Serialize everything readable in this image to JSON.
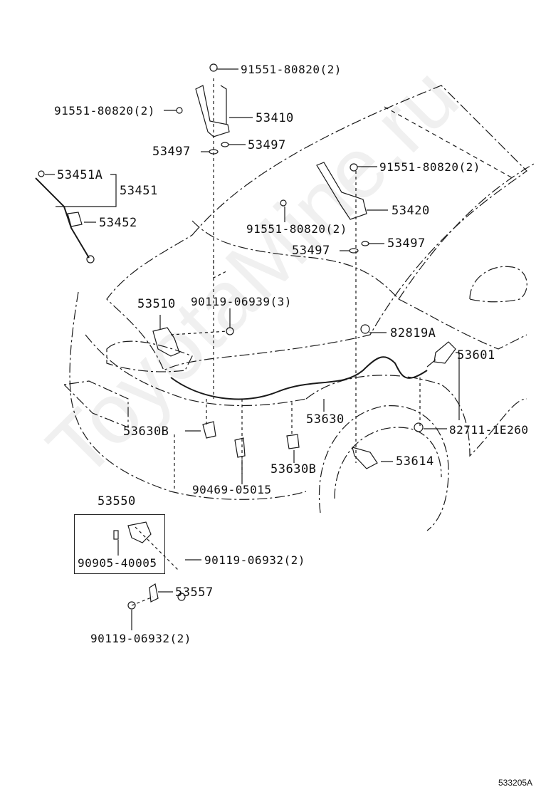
{
  "diagram_id": "533205A",
  "watermark": "ToyotaMine.ru",
  "parts": {
    "bolt_hinge_top": "91551-80820(2)",
    "bolt_hinge_left": "91551-80820(2)",
    "hinge_lh": "53410",
    "washer_a1": "53497",
    "washer_a2": "53497",
    "support_rod_end": "53451A",
    "support_rod": "53451",
    "rod_clip": "53452",
    "bolt_hinge_rh_top": "91551-80820(2)",
    "hinge_rh": "53420",
    "bolt_hinge_rh_bottom": "91551-80820(2)",
    "washer_b1": "53497",
    "washer_b2": "53497",
    "lock_assy": "53510",
    "bolt_lock": "90119-06939(3)",
    "grommet": "82819A",
    "release_lever": "53601",
    "cable": "53630",
    "clamp_left": "53630B",
    "clamp_center": "53630B",
    "clip_lever": "82711-1E260",
    "cable_guide": "53614",
    "clip_lower": "90469-05015",
    "hook_assy": "53550",
    "hook_pin": "90905-40005",
    "bolt_hook": "90119-06932(2)",
    "hook_bracket": "53557",
    "bolt_bracket": "90119-06932(2)"
  }
}
